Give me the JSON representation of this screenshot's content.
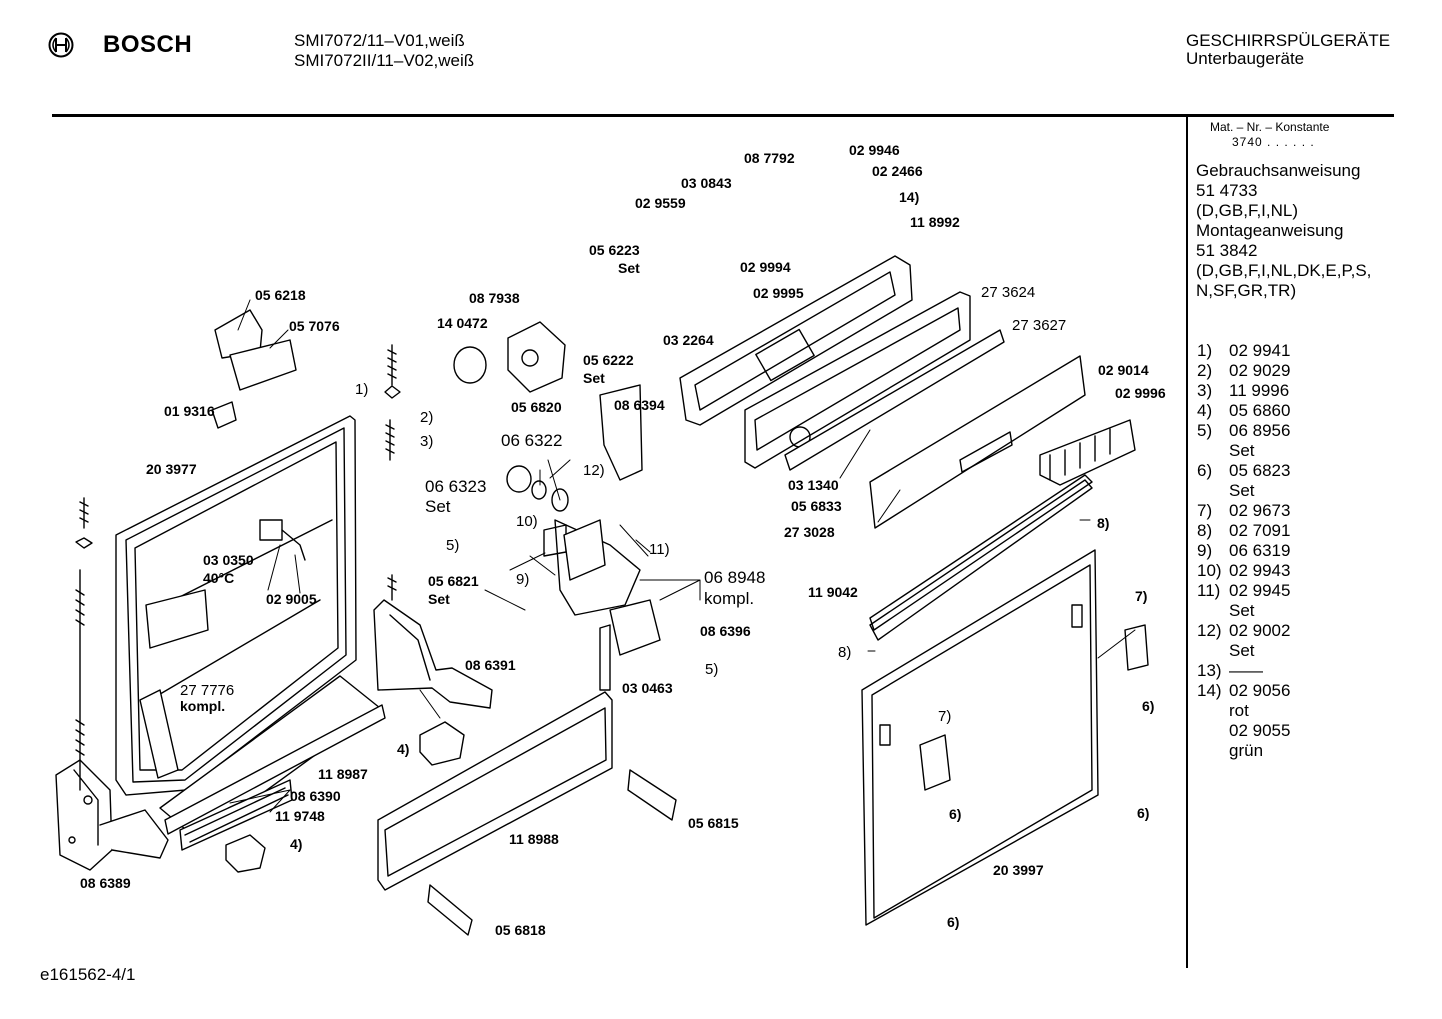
{
  "header": {
    "brand": "BOSCH",
    "model_line1": "SMI7072/11–V01,weiß",
    "model_line2": "SMI7072II/11–V02,weiß",
    "category_line1": "GESCHIRRSPÜLGERÄTE",
    "category_line2": "Unterbaugeräte"
  },
  "sidebar": {
    "matnr_caption": "Mat. – Nr. – Konstante",
    "matnr_value": "3740 . . . . . .",
    "docs": [
      "Gebrauchsanweisung",
      "51 4733",
      "(D,GB,F,I,NL)",
      "Montageanweisung",
      "51 3842",
      "(D,GB,F,I,NL,DK,E,P,S,",
      "N,SF,GR,TR)"
    ],
    "footnotes": [
      {
        "num": "1)",
        "text": "02 9941"
      },
      {
        "num": "2)",
        "text": "02 9029"
      },
      {
        "num": "3)",
        "text": "11 9996"
      },
      {
        "num": "4)",
        "text": "05 6860"
      },
      {
        "num": "5)",
        "text": "06 8956"
      },
      {
        "num": "",
        "text": "Set"
      },
      {
        "num": "6)",
        "text": "05 6823"
      },
      {
        "num": "",
        "text": "Set"
      },
      {
        "num": "7)",
        "text": "02 9673"
      },
      {
        "num": "8)",
        "text": "02 7091"
      },
      {
        "num": "9)",
        "text": "06 6319"
      },
      {
        "num": "10)",
        "text": "02 9943"
      },
      {
        "num": "11)",
        "text": "02 9945"
      },
      {
        "num": "",
        "text": "Set"
      },
      {
        "num": "12)",
        "text": "02 9002"
      },
      {
        "num": "",
        "text": "Set"
      },
      {
        "num": "13)",
        "text": "——"
      },
      {
        "num": "14)",
        "text": "02 9056"
      },
      {
        "num": "",
        "text": "rot"
      },
      {
        "num": "",
        "text": "02 9055"
      },
      {
        "num": "",
        "text": "grün"
      }
    ]
  },
  "labels": {
    "l087792": "08 7792",
    "l029946": "02 9946",
    "l022466": "02 2466",
    "l14": "14)",
    "l118992": "11 8992",
    "l030843": "03 0843",
    "l029559": "02 9559",
    "l056223": "05 6223",
    "l056223set": "Set",
    "l029994": "02 9994",
    "l029995": "02 9995",
    "l273624": "27 3624",
    "l273627": "27 3627",
    "l056218": "05 6218",
    "l057076": "05 7076",
    "l087938": "08 7938",
    "l140472": "14 0472",
    "l056222": "05 6222",
    "l056222set": "Set",
    "l032264": "03 2264",
    "l1": "1)",
    "l019316": "01 9316",
    "l2": "2)",
    "l3": "3)",
    "l056820": "05 6820",
    "l086394": "08 6394",
    "l029014": "02 9014",
    "l029996": "02 9996",
    "l066322": "06 6322",
    "l203977": "20 3977",
    "l12": "12)",
    "l066323": "06 6323",
    "l066323set": "Set",
    "l031340": "03 1340",
    "l056833": "05 6833",
    "l273028": "27 3028",
    "l8a": "8)",
    "l10": "10)",
    "l5a": "5)",
    "l11": "11)",
    "l030350": "03 0350",
    "l40c": "40°C",
    "l9": "9)",
    "l029005": "02 9005",
    "l056821": "05 6821",
    "l056821set": "Set",
    "l068948": "06 8948",
    "l068948kompl": "kompl.",
    "l119042": "11 9042",
    "l7a": "7)",
    "l086396": "08 6396",
    "l8b": "8)",
    "l086391": "08 6391",
    "l5b": "5)",
    "l030463": "03 0463",
    "l6a": "6)",
    "l277776": "27 7776",
    "l277776kompl": "kompl.",
    "l7b": "7)",
    "l4a": "4)",
    "l118987": "11 8987",
    "l086390": "08 6390",
    "l119748": "11 9748",
    "l056815": "05 6815",
    "l6b": "6)",
    "l6c": "6)",
    "l4b": "4)",
    "l118988": "11 8988",
    "l203997": "20 3997",
    "l086389": "08 6389",
    "l056818": "05 6818",
    "l6d": "6)"
  },
  "footer": {
    "doc_id": "e161562-4/1"
  }
}
